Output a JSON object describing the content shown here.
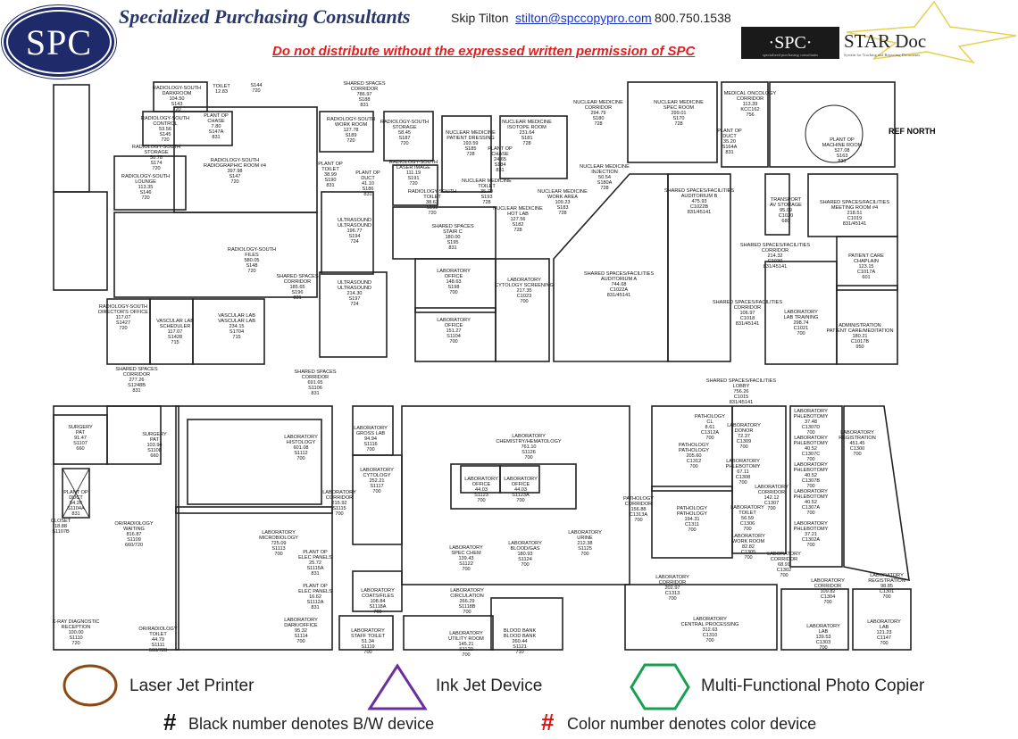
{
  "header": {
    "logo_text": "SPC",
    "company": "Specialized Purchasing Consultants",
    "contact_name": "Skip Tilton",
    "contact_email": "stilton@spccopypro.com",
    "contact_phone": "800.750.1538",
    "warning": "Do not distribute without the expressed written permission of SPC",
    "stardoc_logo_left": "·SPC·",
    "stardoc_logo_sub": "specialized purchasing consultants",
    "stardoc_title": "STAR Doc",
    "stardoc_tagline": "System for Tracking and Reporting Documents"
  },
  "plan": {
    "ref_north": "REF NORTH",
    "rooms": [
      {
        "lines": [
          "RADIOLOGY-SOUTH",
          "DARKROOM",
          "104.50",
          "S143",
          "720"
        ]
      },
      {
        "lines": [
          "TOILET",
          "12.83"
        ]
      },
      {
        "lines": [
          "S144",
          "720"
        ]
      },
      {
        "lines": [
          "PLANT OP",
          "CHASE",
          "7.80",
          "S147A",
          "831"
        ]
      },
      {
        "lines": [
          "RADIOLOGY-SOUTH",
          "CONTROL",
          "53.56",
          "S145",
          "720"
        ]
      },
      {
        "lines": [
          "RADIOLOGY-SOUTH",
          "STORAGE",
          "50.78",
          "S174",
          "720"
        ]
      },
      {
        "lines": [
          "RADIOLOGY-SOUTH",
          "LOUNGE",
          "113.35",
          "S146",
          "720"
        ]
      },
      {
        "lines": [
          "RADIOLOGY-SOUTH",
          "RADIOGRAPHIC ROOM #4",
          "397.98",
          "S147",
          "720"
        ]
      },
      {
        "lines": [
          "RADIOLOGY-SOUTH",
          "FILES",
          "580.05",
          "S148",
          "720"
        ]
      },
      {
        "lines": [
          "RADIOLOGY-SOUTH",
          "DIRECTOR'S OFFICE",
          "117.07",
          "S1427",
          "720"
        ]
      },
      {
        "lines": [
          "VASCULAR LAB",
          "SCHEDULER",
          "117.07",
          "S1428",
          "715"
        ]
      },
      {
        "lines": [
          "VASCULAR LAB",
          "VASCULAR LAB",
          "234.15",
          "S1704",
          "715"
        ]
      },
      {
        "lines": [
          "SHARED SPACES",
          "CORRIDOR",
          "277.26",
          "S1248B",
          "831"
        ]
      },
      {
        "lines": [
          "SHARED SPACES",
          "CORRIDOR",
          "786.97",
          "S188",
          "831"
        ]
      },
      {
        "lines": [
          "RADIOLOGY-SOUTH",
          "WORK ROOM",
          "127.78",
          "S189",
          "720"
        ]
      },
      {
        "lines": [
          "PLANT OP",
          "TOILET",
          "38.99",
          "S190",
          "831"
        ]
      },
      {
        "lines": [
          "PLANT OP",
          "DUCT",
          "41.10",
          "S186",
          "831"
        ]
      },
      {
        "lines": [
          "ULTRASOUND",
          "ULTRASOUND",
          "196.77",
          "S194",
          "724"
        ]
      },
      {
        "lines": [
          "SHARED SPACES",
          "CORRIDOR",
          "185.65",
          "S196",
          "831"
        ]
      },
      {
        "lines": [
          "ULTRASOUND",
          "ULTRASOUND",
          "214.30",
          "S197",
          "724"
        ]
      },
      {
        "lines": [
          "SHARED SPACES",
          "CORRIDOR",
          "691.65",
          "S1106",
          "831"
        ]
      },
      {
        "lines": [
          "RADIOLOGY-SOUTH",
          "STORAGE",
          "58.45",
          "S187",
          "720"
        ]
      },
      {
        "lines": [
          "RADIOLOGY-SOUTH",
          "LASER IMAGE",
          "111.19",
          "S191",
          "720"
        ]
      },
      {
        "lines": [
          "NUCLEAR MEDICINE",
          "PATIENT DRESSING",
          "193.59",
          "S185",
          "728"
        ]
      },
      {
        "lines": [
          "PLANT OP",
          "CHASE",
          "24.65",
          "S184",
          "831"
        ]
      },
      {
        "lines": [
          "NUCLEAR MEDICINE",
          "ISOTOPE ROOM",
          "231.64",
          "S181",
          "728"
        ]
      },
      {
        "lines": [
          "NUCLEAR MEDICINE",
          "CORRIDOR",
          "294.79",
          "S180",
          "728"
        ]
      },
      {
        "lines": [
          "NUCLEAR MEDICINE",
          "SPEC ROOM",
          "299.01",
          "S170",
          "728"
        ]
      },
      {
        "lines": [
          "NUCLEAR MEDICINE",
          "INJECTION",
          "50.54",
          "S180A",
          "728"
        ]
      },
      {
        "lines": [
          "NUCLEAR MEDICINE",
          "WORK AREA",
          "109.23",
          "S183",
          "728"
        ]
      },
      {
        "lines": [
          "NUCLEAR MEDICINE",
          "HOT LAB",
          "127.56",
          "S182",
          "728"
        ]
      },
      {
        "lines": [
          "RADIOLOGY-SOUTH",
          "TOILET",
          "38.63",
          "S192",
          "720"
        ]
      },
      {
        "lines": [
          "NUCLEAR MEDICINE",
          "TOILET",
          "35.70",
          "S193",
          "728"
        ]
      },
      {
        "lines": [
          "SHARED SPACES",
          "STAIR C",
          "180.00",
          "S195",
          "831"
        ]
      },
      {
        "lines": [
          "LABORATORY",
          "OFFICE",
          "148.63",
          "S198",
          "700"
        ]
      },
      {
        "lines": [
          "LABORATORY",
          "OFFICE",
          "151.27",
          "S1104",
          "700"
        ]
      },
      {
        "lines": [
          "LABORATORY",
          "CYTOLOGY SCREENING",
          "217.35",
          "C1023",
          "700"
        ]
      },
      {
        "lines": [
          "SHARED SPACES/FACILITIES",
          "AUDITORIUM A",
          "744.68",
          "C1022A",
          "831/45141"
        ]
      },
      {
        "lines": [
          "SHARED SPACES/FACILITIES",
          "AUDITORIUM B",
          "475.93",
          "C1022B",
          "831/45141"
        ]
      },
      {
        "lines": [
          "MEDICAL ONCOLOGY",
          "CORRIDOR",
          "113.39",
          "KCC162",
          "756"
        ]
      },
      {
        "lines": [
          "PLANT OP",
          "DUCT",
          "35.20",
          "S164A",
          "831"
        ]
      },
      {
        "lines": [
          "PLANT OP",
          "MACHINE ROOM",
          "527.08",
          "S163",
          "831"
        ]
      },
      {
        "lines": [
          "TRANSPORT",
          "AV STORAGE",
          "95.09",
          "C1020",
          "680"
        ]
      },
      {
        "lines": [
          "SHARED SPACES/FACILITIES",
          "MEETING ROOM #4",
          "218.51",
          "C1019",
          "831/45141"
        ]
      },
      {
        "lines": [
          "SHARED SPACES/FACILITIES",
          "CORRIDOR",
          "214.32",
          "C1030",
          "831/45141"
        ]
      },
      {
        "lines": [
          "PATIENT CARE",
          "CHAPLAIN",
          "123.15",
          "C1017A",
          "601"
        ]
      },
      {
        "lines": [
          "SHARED SPACES/FACILITIES",
          "CORRIDOR",
          "106.97",
          "C1018",
          "831/45141"
        ]
      },
      {
        "lines": [
          "LABORATORY",
          "LAB TRAINING",
          "298.74",
          "C1021",
          "700"
        ]
      },
      {
        "lines": [
          "ADMINISTRATION",
          "PATIENT CARE/MEDITATION",
          "180.21",
          "C1017B",
          "950"
        ]
      },
      {
        "lines": [
          "SHARED SPACES/FACILITIES",
          "LOBBY",
          "756.26",
          "C1015",
          "831/45141"
        ]
      },
      {
        "lines": [
          "SURGERY",
          "PAT",
          "91.47",
          "S1107",
          "660"
        ]
      },
      {
        "lines": [
          "SURGERY",
          "PAT",
          "103.94",
          "S1108",
          "660"
        ]
      },
      {
        "lines": [
          "PLANT OP",
          "DUCT",
          "54.20",
          "S1104A",
          "831"
        ]
      },
      {
        "lines": [
          "CLOSET",
          "18.88",
          "S1107B"
        ]
      },
      {
        "lines": [
          "OR/RADIOLOGY",
          "WAITING",
          "816.87",
          "S1109",
          "660/720"
        ]
      },
      {
        "lines": [
          "X-RAY DIAGNOSTIC",
          "RECEPTION",
          "100.00",
          "S1110",
          "720"
        ]
      },
      {
        "lines": [
          "OR/RADIOLOGY",
          "TOILET",
          "44.79",
          "S1111",
          "660/720"
        ]
      },
      {
        "lines": [
          "LABORATORY",
          "HISTOLOGY",
          "601.08",
          "S1112",
          "700"
        ]
      },
      {
        "lines": [
          "LABORATORY",
          "GROSS LAB",
          "94.94",
          "S1116",
          "700"
        ]
      },
      {
        "lines": [
          "LABORATORY",
          "CYTOLOGY",
          "252.21",
          "S1117",
          "700"
        ]
      },
      {
        "lines": [
          "LABORATORY",
          "CORRIDOR",
          "215.92",
          "S1115",
          "700"
        ]
      },
      {
        "lines": [
          "LABORATORY",
          "MICROBIOLOGY",
          "725.09",
          "S1113",
          "700"
        ]
      },
      {
        "lines": [
          "PLANT OP",
          "ELEC PANELS",
          "25.72",
          "S1115A",
          "831"
        ]
      },
      {
        "lines": [
          "PLANT OP",
          "ELEC PANELS",
          "16.62",
          "S1112A",
          "831"
        ]
      },
      {
        "lines": [
          "LABORATORY",
          "COATS/FILES",
          "108.84",
          "S1118A",
          "700"
        ]
      },
      {
        "lines": [
          "LABORATORY",
          "DARK/OFFICE",
          "95.32",
          "S1114",
          "700"
        ]
      },
      {
        "lines": [
          "LABORATORY",
          "STAFF TOILET",
          "51.34",
          "S1119",
          "700"
        ]
      },
      {
        "lines": [
          "LABORATORY",
          "CHEMISTRY/HEMATOLOGY",
          "761.10",
          "S1126",
          "700"
        ]
      },
      {
        "lines": [
          "LABORATORY",
          "OFFICE",
          "44.03",
          "S1123",
          "700"
        ]
      },
      {
        "lines": [
          "LABORATORY",
          "OFFICE",
          "44.03",
          "S1123A",
          "700"
        ]
      },
      {
        "lines": [
          "LABORATORY",
          "SPEC CHEM",
          "139.43",
          "S1122",
          "700"
        ]
      },
      {
        "lines": [
          "LABORATORY",
          "BLOOD/GAS",
          "180.93",
          "S1124",
          "700"
        ]
      },
      {
        "lines": [
          "LABORATORY",
          "URINE",
          "212.38",
          "S1125",
          "700"
        ]
      },
      {
        "lines": [
          "LABORATORY",
          "CIRCULATION",
          "266.29",
          "S1118B",
          "700"
        ]
      },
      {
        "lines": [
          "LABORATORY",
          "UTILITY ROOM",
          "145.21",
          "S1120",
          "700"
        ]
      },
      {
        "lines": [
          "BLOOD BANK",
          "BLOOD BANK",
          "260.44",
          "S1121",
          "710"
        ]
      },
      {
        "lines": [
          "PATHOLOGY",
          "CORRIDOR",
          "156.88",
          "C1313A",
          "700"
        ]
      },
      {
        "lines": [
          "PATHOLOGY",
          "CL",
          "8.61",
          "C1312A",
          "700"
        ]
      },
      {
        "lines": [
          "LABORATORY",
          "DONOR",
          "72.37",
          "C1309",
          "700"
        ]
      },
      {
        "lines": [
          "PATHOLOGY",
          "PATHOLOGY",
          "205.60",
          "C1312",
          "700"
        ]
      },
      {
        "lines": [
          "LABORATORY",
          "PHLEBOTOMY",
          "67.11",
          "C1308",
          "700"
        ]
      },
      {
        "lines": [
          "LABORATORY",
          "CORRIDOR",
          "142.12",
          "C1307",
          "700"
        ]
      },
      {
        "lines": [
          "LABORATORY",
          "PHLEBOTOMY",
          "37.48",
          "C1307D",
          "700"
        ]
      },
      {
        "lines": [
          "LABORATORY",
          "PHLEBOTOMY",
          "40.52",
          "C1307C",
          "700"
        ]
      },
      {
        "lines": [
          "LABORATORY",
          "PHLEBOTOMY",
          "40.52",
          "C1307B",
          "700"
        ]
      },
      {
        "lines": [
          "LABORATORY",
          "PHLEBOTOMY",
          "40.52",
          "C1307A",
          "700"
        ]
      },
      {
        "lines": [
          "LABORATORY",
          "REGISTRATION",
          "451.45",
          "C1300",
          "700"
        ]
      },
      {
        "lines": [
          "PATHOLOGY",
          "PATHOLOGY",
          "194.31",
          "C1311",
          "700"
        ]
      },
      {
        "lines": [
          "LABORATORY",
          "TOILET",
          "56.59",
          "C1306",
          "700"
        ]
      },
      {
        "lines": [
          "LABORATORY",
          "WORK ROOM",
          "82.82",
          "C1305",
          "700"
        ]
      },
      {
        "lines": [
          "LABORATORY",
          "PHLEBOTOMY",
          "37.21",
          "C1302A",
          "700"
        ]
      },
      {
        "lines": [
          "LABORATORY",
          "CORRIDOR",
          "68.91",
          "C1302",
          "700"
        ]
      },
      {
        "lines": [
          "LABORATORY",
          "CORRIDOR",
          "202.97",
          "C1313",
          "700"
        ]
      },
      {
        "lines": [
          "LABORATORY",
          "CORRIDOR",
          "109.82",
          "C1304",
          "700"
        ]
      },
      {
        "lines": [
          "LABORATORY",
          "REGISTRATION",
          "98.85",
          "C1301",
          "700"
        ]
      },
      {
        "lines": [
          "LABORATORY",
          "CENTRAL PROCESSING",
          "312.63",
          "C1310",
          "700"
        ]
      },
      {
        "lines": [
          "LABORATORY",
          "LAB",
          "139.53",
          "C1303",
          "700"
        ]
      },
      {
        "lines": [
          "LABORATORY",
          "LAB",
          "121.23",
          "C1147",
          "700"
        ]
      }
    ]
  },
  "legend": {
    "items": [
      {
        "label": "Laser Jet Printer",
        "icon": "circle-icon",
        "color": "#8b4a14"
      },
      {
        "label": "Ink Jet Device",
        "icon": "triangle-icon",
        "color": "#6a2f9e"
      },
      {
        "label": "Multi-Functional Photo Copier",
        "icon": "hexagon-icon",
        "color": "#17a050"
      }
    ],
    "hash_symbol": "#",
    "bw_note": "Black number denotes B/W device",
    "color_note": "Color number denotes color device",
    "color_hash_color": "#e01010"
  }
}
